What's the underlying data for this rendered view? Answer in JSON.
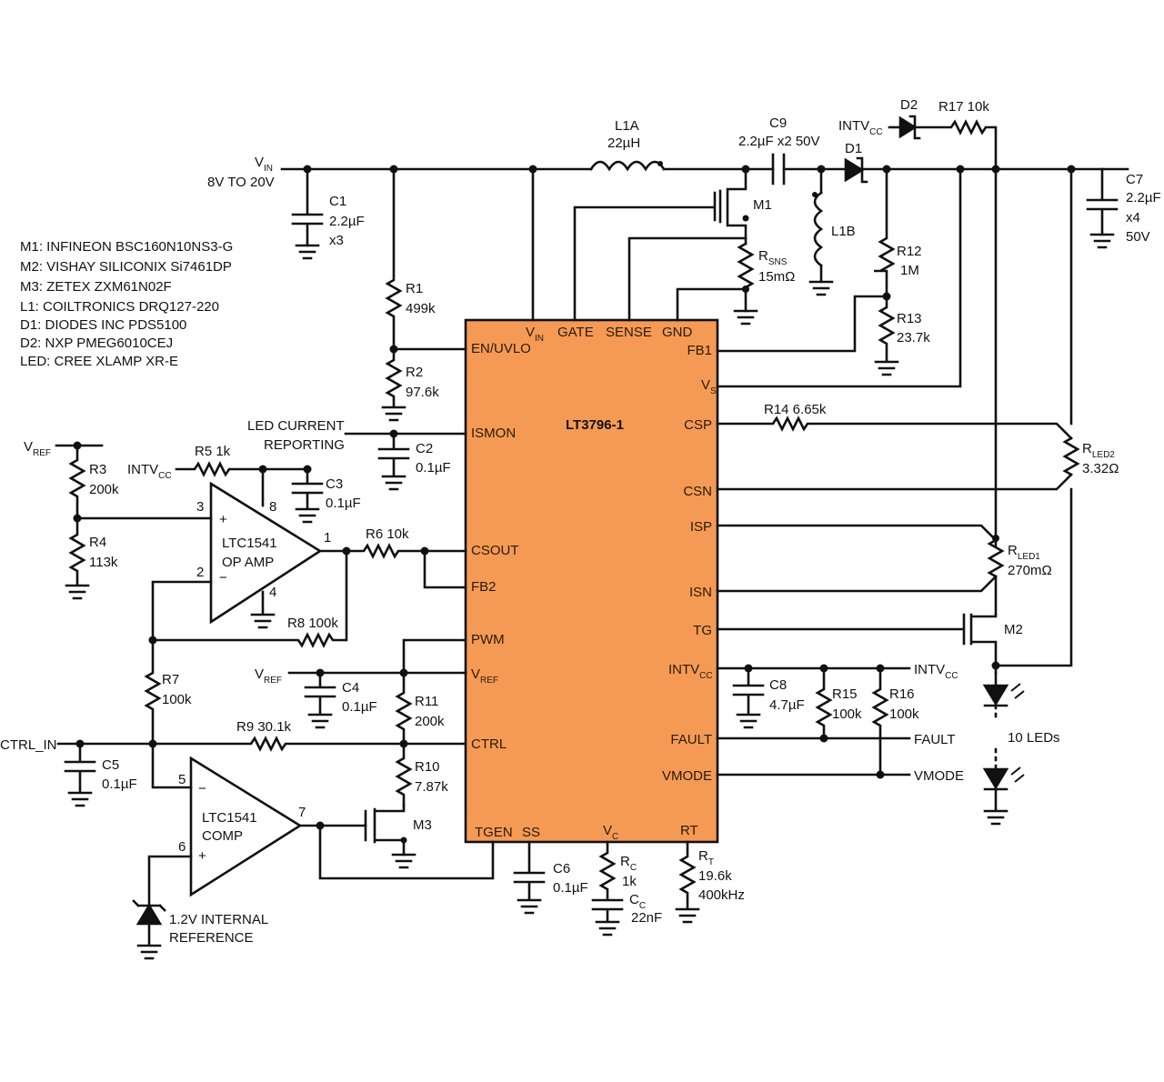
{
  "bom": [
    "M1: INFINEON BSC160N10NS3-G",
    "M2: VISHAY SILICONIX Si7461DP",
    "M3: ZETEX ZXM61N02F",
    "L1: COILTRONICS DRQ127-220",
    "D1: DIODES INC PDS5100",
    "D2: NXP PMEG6010CEJ",
    "LED: CREE XLAMP XR-E"
  ],
  "ic": {
    "name": "LT3796-1",
    "pins": {
      "vin": "V",
      "vin_sub": "IN",
      "gate": "GATE",
      "sense": "SENSE",
      "gnd": "GND",
      "envlo": "EN/UVLO",
      "ismon": "ISMON",
      "csout": "CSOUT",
      "fb2": "FB2",
      "pwm": "PWM",
      "vref": "V",
      "vref_sub": "REF",
      "ctrl": "CTRL",
      "tgen": "TGEN",
      "ss": "SS",
      "vc": "V",
      "vc_sub": "C",
      "rt": "RT",
      "fb1": "FB1",
      "vs": "V",
      "vs_sub": "S",
      "csp": "CSP",
      "csn": "CSN",
      "isp": "ISP",
      "isn": "ISN",
      "tg": "TG",
      "intvcc": "INTV",
      "intvcc_sub": "CC",
      "fault": "FAULT",
      "vmode": "VMODE"
    }
  },
  "input": {
    "vin": "V",
    "vin_sub": "IN",
    "range": "8V TO 20V"
  },
  "parts": {
    "c1": [
      "C1",
      "2.2µF",
      "x3"
    ],
    "l1a": [
      "L1A",
      "22µH"
    ],
    "c9": [
      "C9",
      "2.2µF x2 50V"
    ],
    "m1": "M1",
    "rsns": [
      "R",
      "SNS",
      "15mΩ"
    ],
    "l1b": "L1B",
    "d1": "D1",
    "d2": "D2",
    "r17": "R17 10k",
    "intvcc_top": [
      "INTV",
      "CC"
    ],
    "r12": [
      "R12",
      "1M"
    ],
    "r13": [
      "R13",
      "23.7k"
    ],
    "c7": [
      "C7",
      "2.2µF",
      "x4",
      "50V"
    ],
    "r1": [
      "R1",
      "499k"
    ],
    "r2": [
      "R2",
      "97.6k"
    ],
    "c2": [
      "C2",
      "0.1µF"
    ],
    "led_current": [
      "LED CURRENT",
      "REPORTING"
    ],
    "r14": "R14 6.65k",
    "rled2": [
      "R",
      "LED2",
      "3.32Ω"
    ],
    "rled1": [
      "R",
      "LED1",
      "270mΩ"
    ],
    "m2": "M2",
    "vref_left": [
      "V",
      "REF"
    ],
    "r3": [
      "R3",
      "200k"
    ],
    "r4": [
      "R4",
      "113k"
    ],
    "r5": "R5 1k",
    "intvcc_r5": [
      "INTV",
      "CC"
    ],
    "c3": [
      "C3",
      "0.1µF"
    ],
    "opamp": [
      "LTC1541",
      "OP AMP"
    ],
    "opamp_pins": [
      "3",
      "2",
      "8",
      "4",
      "1"
    ],
    "r6": "R6 10k",
    "r8": "R8 100k",
    "r7": [
      "R7",
      "100k"
    ],
    "vref_c4": [
      "V",
      "REF"
    ],
    "c4": [
      "C4",
      "0.1µF"
    ],
    "r11": [
      "R11",
      "200k"
    ],
    "r10": [
      "R10",
      "7.87k"
    ],
    "m3": "M3",
    "ctrl_in": "CTRL_IN",
    "r9": "R9 30.1k",
    "c5": [
      "C5",
      "0.1µF"
    ],
    "comp": [
      "LTC1541",
      "COMP"
    ],
    "comp_pins": [
      "5",
      "6",
      "7"
    ],
    "ref12": [
      "1.2V INTERNAL",
      "REFERENCE"
    ],
    "c6": [
      "C6",
      "0.1µF"
    ],
    "rc": [
      "R",
      "C",
      "1k"
    ],
    "cc": [
      "C",
      "C",
      "22nF"
    ],
    "rt": [
      "R",
      "T",
      "19.6k",
      "400kHz"
    ],
    "c8": [
      "C8",
      "4.7µF"
    ],
    "r15": [
      "R15",
      "100k"
    ],
    "r16": [
      "R16",
      "100k"
    ],
    "intvcc_right": [
      "INTV",
      "CC"
    ],
    "fault_out": "FAULT",
    "vmode_out": "VMODE",
    "leds": "10 LEDs"
  },
  "colors": {
    "chip": "#f59a55",
    "ink": "#111111"
  }
}
